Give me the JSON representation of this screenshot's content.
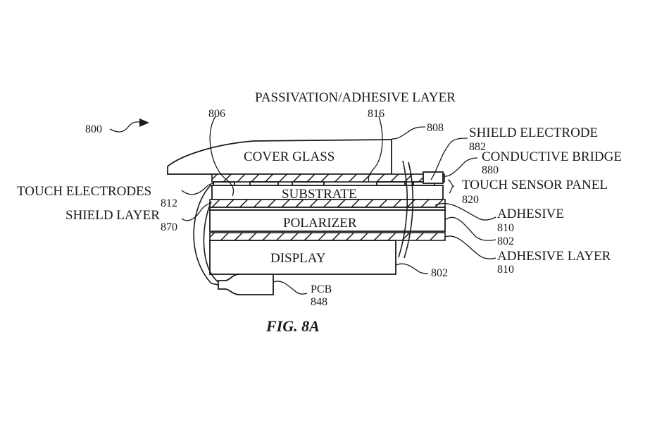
{
  "figure": {
    "caption": "FIG. 8A",
    "reference": "800",
    "layers": {
      "cover_glass": "COVER GLASS",
      "substrate": "SUBSTRATE",
      "polarizer": "POLARIZER",
      "display": "DISPLAY"
    },
    "callouts": {
      "passivation": {
        "label": "PASSIVATION/ADHESIVE LAYER",
        "num": "816"
      },
      "num_806": "806",
      "num_808": "808",
      "shield_electrode": {
        "label": "SHIELD ELECTRODE",
        "num": "882"
      },
      "conductive_bridge": {
        "label": "CONDUCTIVE BRIDGE",
        "num": "880"
      },
      "touch_sensor_panel": {
        "label": "TOUCH SENSOR PANEL",
        "num": "820"
      },
      "adhesive": {
        "label": "ADHESIVE",
        "num": "810"
      },
      "num_802_a": "802",
      "adhesive_layer": {
        "label": "ADHESIVE LAYER",
        "num": "810"
      },
      "num_802_b": "802",
      "touch_electrodes": {
        "label": "TOUCH ELECTRODES",
        "num": "812"
      },
      "shield_layer": {
        "label": "SHIELD LAYER",
        "num": "870"
      },
      "pcb": {
        "label": "PCB",
        "num": "848"
      }
    }
  }
}
